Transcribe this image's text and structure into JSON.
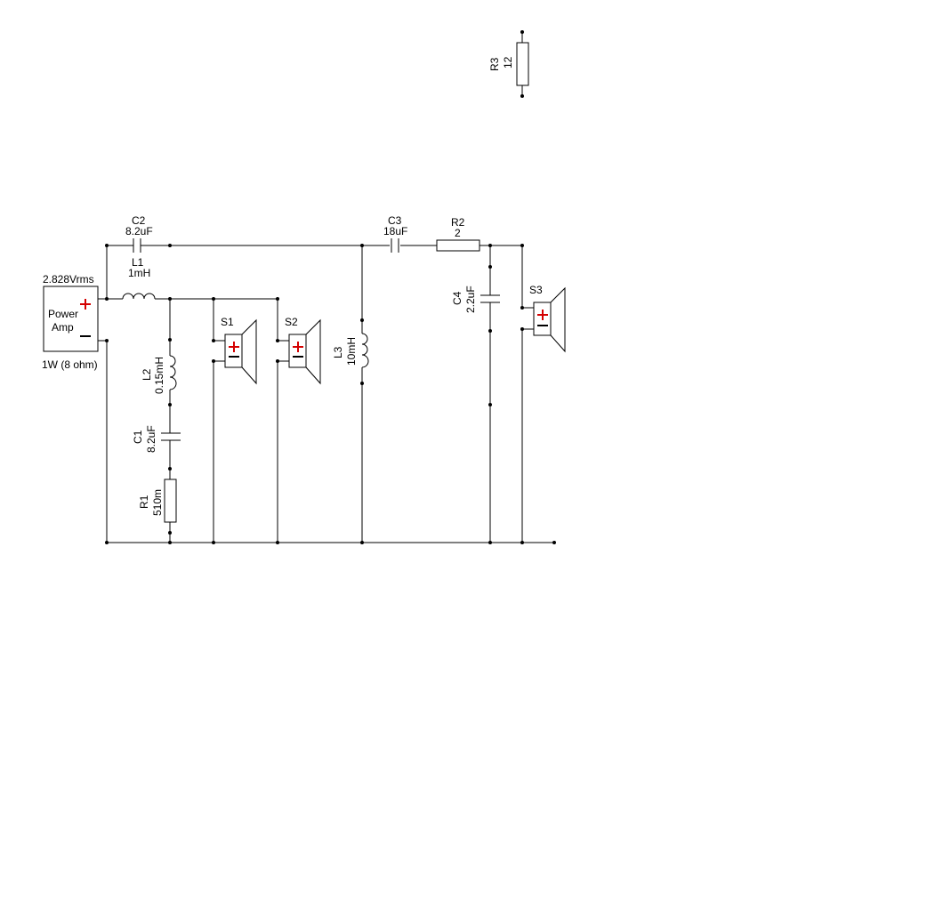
{
  "source": {
    "voltage": "2.828Vrms",
    "line1": "Power",
    "line2": "Amp",
    "rating": "1W (8 ohm)"
  },
  "components": {
    "C2": {
      "ref": "C2",
      "value": "8.2uF"
    },
    "L1": {
      "ref": "L1",
      "value": "1mH"
    },
    "L2": {
      "ref": "L2",
      "value": "0.15mH"
    },
    "C1": {
      "ref": "C1",
      "value": "8.2uF"
    },
    "R1": {
      "ref": "R1",
      "value": "510m"
    },
    "S1": {
      "ref": "S1"
    },
    "S2": {
      "ref": "S2"
    },
    "C3": {
      "ref": "C3",
      "value": "18uF"
    },
    "R2": {
      "ref": "R2",
      "value": "2"
    },
    "L3": {
      "ref": "L3",
      "value": "10mH"
    },
    "C4": {
      "ref": "C4",
      "value": "2.2uF"
    },
    "S3": {
      "ref": "S3"
    },
    "R3": {
      "ref": "R3",
      "value": "12"
    }
  }
}
